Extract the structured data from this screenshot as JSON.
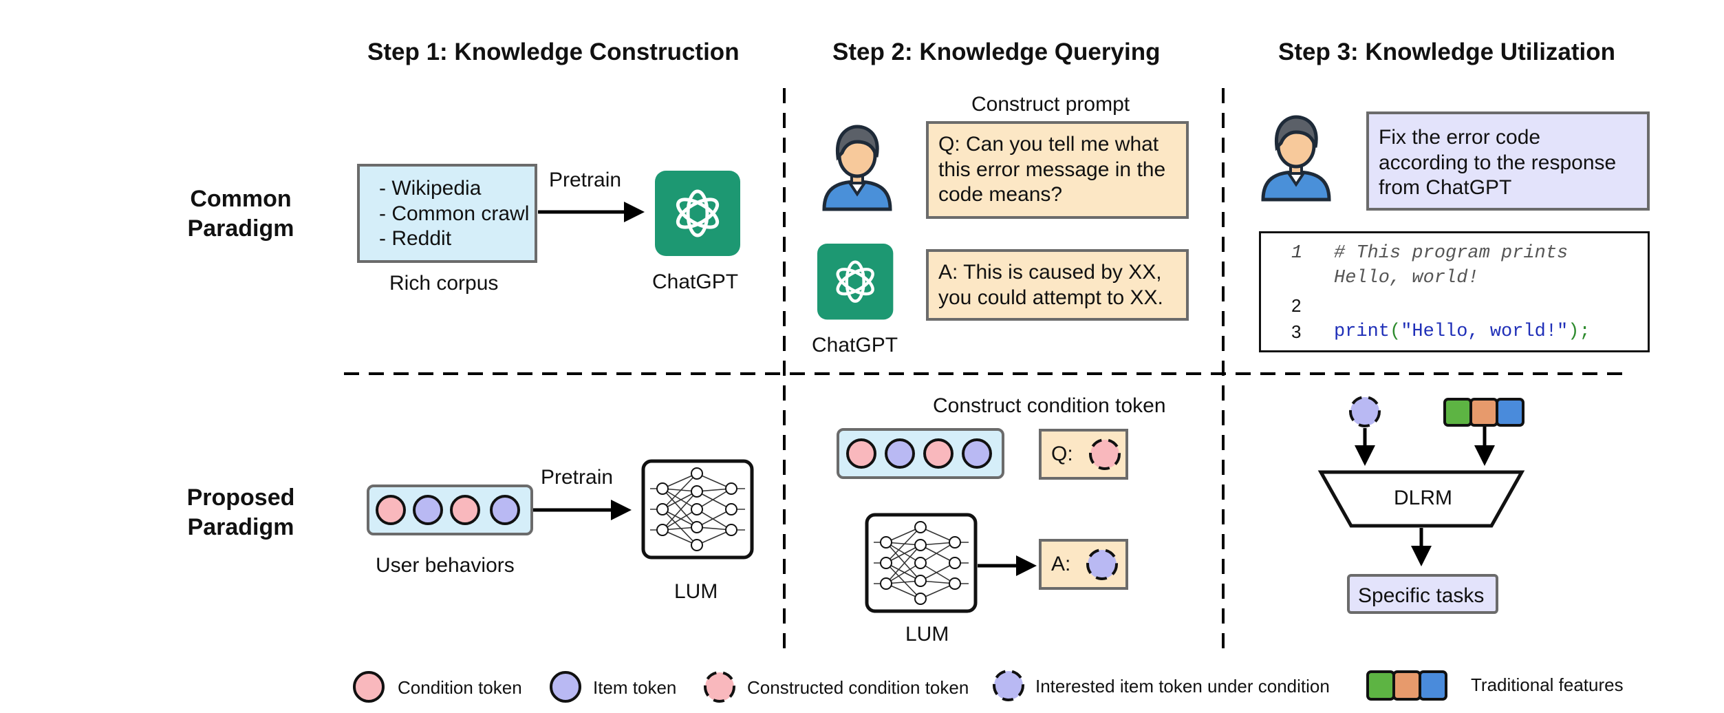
{
  "steps": {
    "step1": "Step 1: Knowledge Construction",
    "step2": "Step 2: Knowledge Querying",
    "step3": "Step 3: Knowledge Utilization"
  },
  "rows": {
    "common": "Common\nParadigm",
    "proposed": "Proposed\nParadigm"
  },
  "common": {
    "corpus_items": "- Wikipedia\n- Common crawl\n- Reddit",
    "corpus_label": "Rich corpus",
    "pretrain": "Pretrain",
    "chatgpt_label": "ChatGPT",
    "construct_prompt": "Construct prompt",
    "question": "Q: Can you tell me what\nthis error message in the\ncode means?",
    "answer": "A: This is caused by XX,\nyou could attempt to XX.",
    "chatgpt_label2": "ChatGPT",
    "fix_text": "Fix the error code\naccording to the response\nfrom ChatGPT",
    "code": {
      "line1_no": "1",
      "line1_a": "# This program prints",
      "line1_b": "Hello, world!",
      "line2_no": "2",
      "line3_no": "3",
      "line3_fn": "print",
      "line3_open": "(",
      "line3_str": "\"Hello, world!\"",
      "line3_close": ");"
    }
  },
  "proposed": {
    "pretrain": "Pretrain",
    "behaviors_label": "User behaviors",
    "lum_label": "LUM",
    "construct_condition": "Construct condition token",
    "q_prefix": "Q:",
    "a_prefix": "A:",
    "lum_label2": "LUM",
    "dlrm": "DLRM",
    "specific_tasks": "Specific tasks"
  },
  "legend": {
    "condition": "Condition token",
    "item": "Item token",
    "constructed": "Constructed condition token",
    "interested": "Interested item token under condition",
    "traditional": "Traditional features"
  },
  "colors": {
    "condition_pink": "#f9b8bd",
    "item_lavender": "#b9b9f3",
    "box_blue": "#d5eef9",
    "box_cream": "#fce7c5",
    "box_lavender": "#e3e3fb",
    "chatgpt_green": "#1d9872",
    "feature_green": "#5db443",
    "feature_orange": "#e79a6c",
    "feature_blue": "#4a8bdb",
    "code_blue": "#1f2fb8",
    "code_green": "#2e8b2e"
  }
}
